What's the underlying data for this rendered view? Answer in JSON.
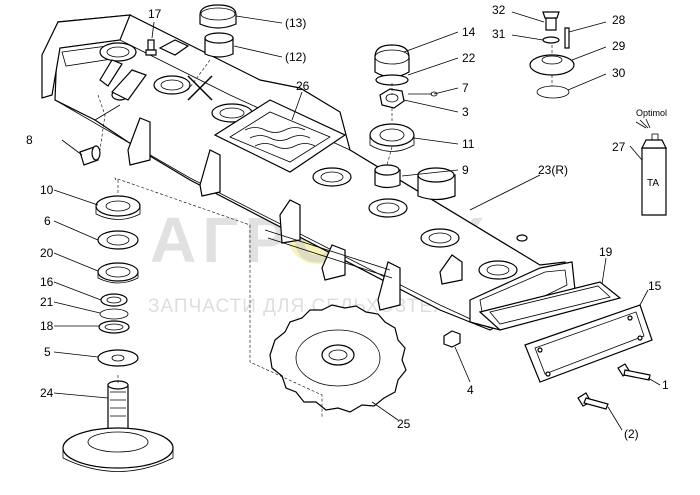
{
  "labels": {
    "l1": "1",
    "l2": "(2)",
    "l3": "3",
    "l4": "4",
    "l5": "5",
    "l6": "6",
    "l7": "7",
    "l8": "8",
    "l9": "9",
    "l10": "10",
    "l11": "11",
    "l12": "(12)",
    "l13": "(13)",
    "l14": "14",
    "l15": "15",
    "l16": "16",
    "l17": "17",
    "l18": "18",
    "l19": "19",
    "l20": "20",
    "l21": "21",
    "l22": "22",
    "l23": "23(R)",
    "l24": "24",
    "l25": "25",
    "l26": "26",
    "l27": "27",
    "l28": "28",
    "l29": "29",
    "l30": "30",
    "l31": "31",
    "l32": "32"
  },
  "spray": {
    "brand": "Optimol",
    "can_text": "TA"
  },
  "watermark": {
    "logo": "АГРОТЕХ",
    "tagline": "ЗАПЧАСТИ ДЛЯ СЕЛЬХОЗТЕХНИКИ"
  },
  "colors": {
    "ink": "#000000",
    "watermark": "#c9c9c9",
    "watermark_sun": "#f5ef9a"
  }
}
